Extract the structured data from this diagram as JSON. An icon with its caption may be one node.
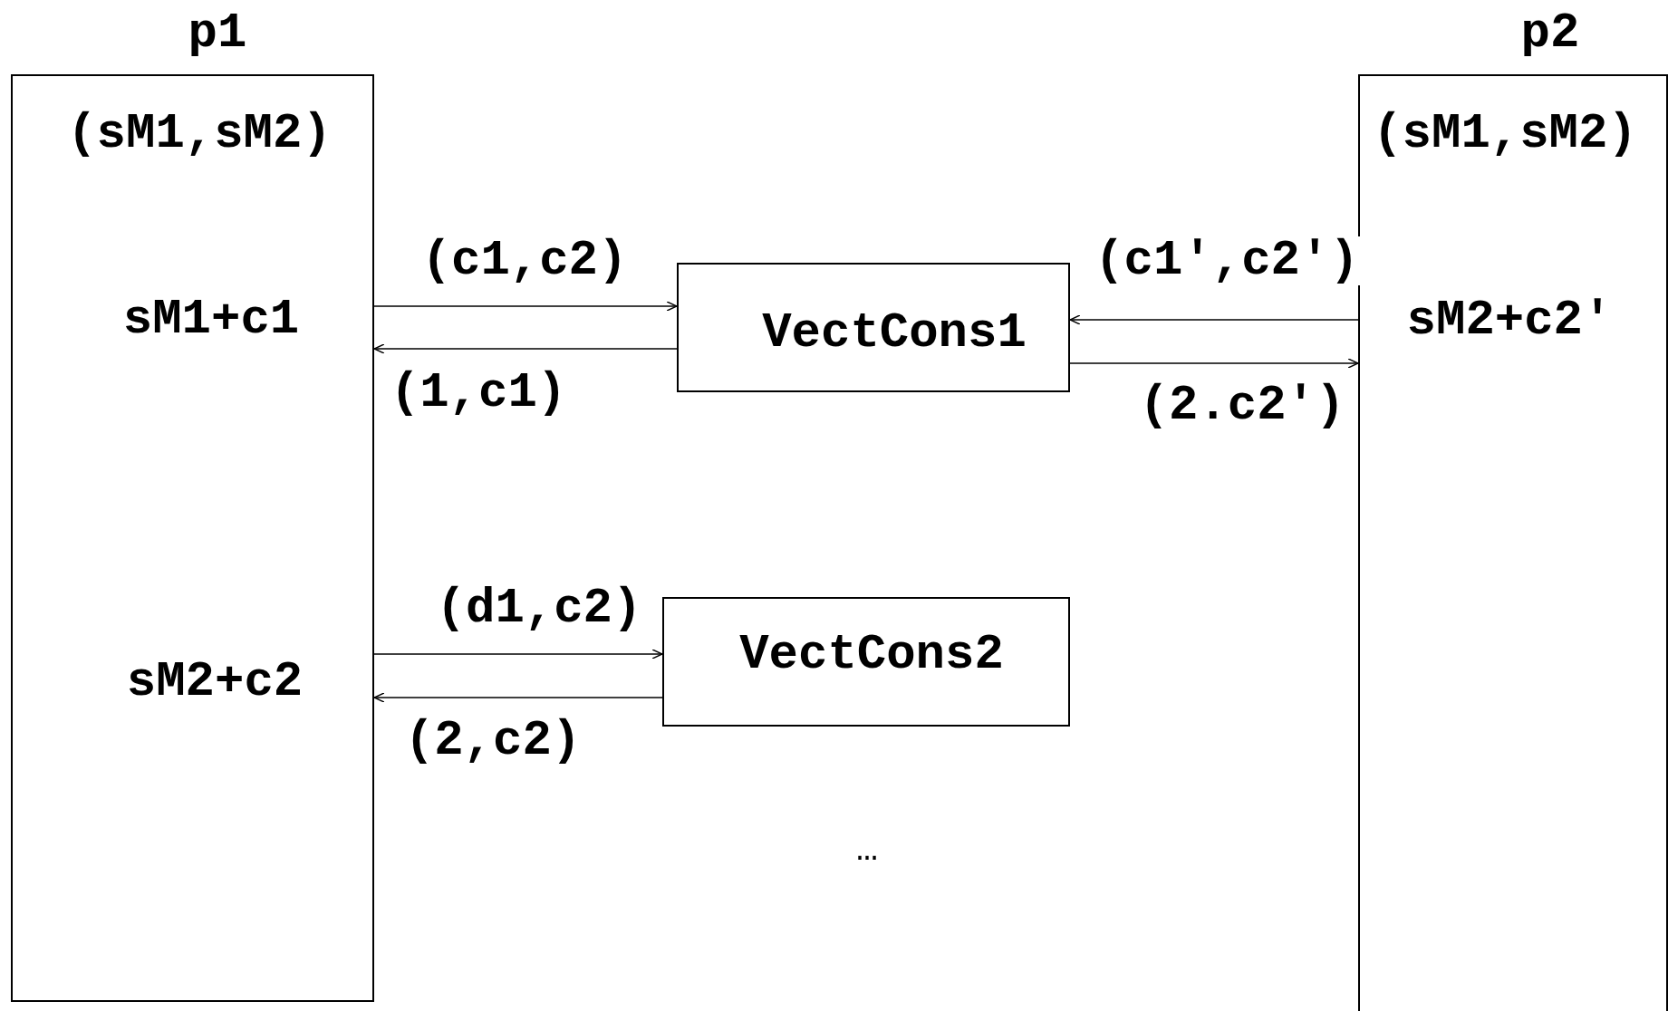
{
  "diagram": {
    "nodes": [
      {
        "text": [
          "p1",
          "(sM1,sM2)",
          "sM1+c1",
          "sM2+c2"
        ]
      },
      {
        "text": [
          "VectCons1"
        ]
      },
      {
        "text": [
          "p2",
          "(sM1,sM2)",
          "sM2+c2′"
        ]
      },
      {
        "text": [
          "VectCons2"
        ]
      }
    ],
    "edges": [
      {
        "from": 0,
        "to": 1,
        "arrow": "to",
        "label": "(c1,c2)"
      },
      {
        "from": 1,
        "to": 0,
        "arrow": "to",
        "label": "(1,c1)"
      },
      {
        "from": 2,
        "to": 1,
        "arrow": "to",
        "label": "(c1′,c2′)"
      },
      {
        "from": 1,
        "to": 2,
        "arrow": "to",
        "label": "(2.c2′)"
      },
      {
        "from": 0,
        "to": 3,
        "arrow": "to",
        "label": "(d1,c2)"
      },
      {
        "from": 3,
        "to": 0,
        "arrow": "to",
        "label": "(2,c2)"
      }
    ],
    "labels": [
      "…"
    ]
  }
}
